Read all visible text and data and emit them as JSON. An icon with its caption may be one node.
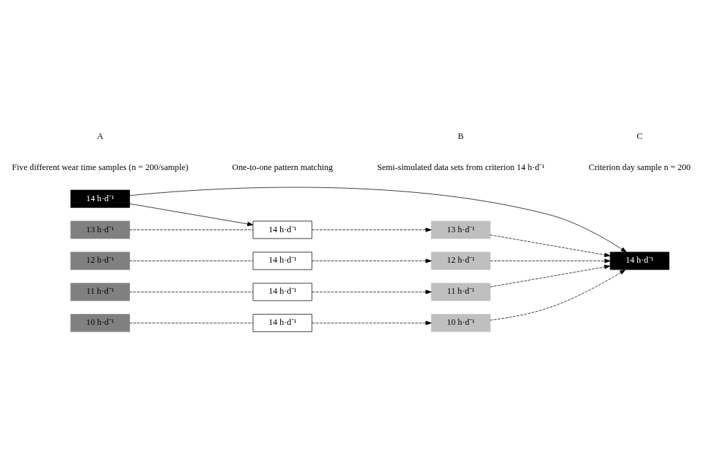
{
  "diagram": {
    "nodes": [
      {
        "text": [
          "14 h·d⁻¹"
        ]
      },
      {
        "text": [
          "13 h·d⁻¹"
        ]
      },
      {
        "text": [
          "14 h·d⁻¹"
        ]
      },
      {
        "text": [
          "13 h·d⁻¹"
        ]
      },
      {
        "text": [
          "12 h·d⁻¹"
        ]
      },
      {
        "text": [
          "14 h·d⁻¹"
        ]
      },
      {
        "text": [
          "12 h·d⁻¹"
        ]
      },
      {
        "text": [
          "11 h·d⁻¹"
        ]
      },
      {
        "text": [
          "14 h·d⁻¹"
        ]
      },
      {
        "text": [
          "11 h·d⁻¹"
        ]
      },
      {
        "text": [
          "10 h·d⁻¹"
        ]
      },
      {
        "text": [
          "14 h·d⁻¹"
        ]
      },
      {
        "text": [
          "10 h·d⁻¹"
        ]
      },
      {
        "text": [
          "14 h·d⁻¹"
        ]
      }
    ],
    "edges": [
      {
        "from": 0,
        "to": 2,
        "arrow": "to"
      },
      {
        "from": 0,
        "to": 13,
        "arrow": "to"
      },
      {
        "from": 1,
        "to": 2,
        "arrow": "none",
        "style": "dashed"
      },
      {
        "from": 2,
        "to": 3,
        "arrow": "to",
        "style": "dashed"
      },
      {
        "from": 4,
        "to": 5,
        "arrow": "none",
        "style": "dashed"
      },
      {
        "from": 5,
        "to": 6,
        "arrow": "to",
        "style": "dashed"
      },
      {
        "from": 7,
        "to": 8,
        "arrow": "none",
        "style": "dashed"
      },
      {
        "from": 8,
        "to": 9,
        "arrow": "to",
        "style": "dashed"
      },
      {
        "from": 10,
        "to": 11,
        "arrow": "none",
        "style": "dashed"
      },
      {
        "from": 11,
        "to": 12,
        "arrow": "to",
        "style": "dashed"
      },
      {
        "from": 3,
        "to": 13,
        "arrow": "to",
        "style": "dashed"
      },
      {
        "from": 6,
        "to": 13,
        "arrow": "to",
        "style": "dashed"
      },
      {
        "from": 9,
        "to": 13,
        "arrow": "to",
        "style": "dashed"
      },
      {
        "from": 12,
        "to": 13,
        "arrow": "to",
        "style": "dashed"
      }
    ],
    "labels": [
      "Five different wear time samples (n = 200/sample)",
      "One-to-one pattern matching",
      "Semi-simulated data sets from criterion 14 h·d⁻¹",
      "Criterion day sample n = 200",
      "A",
      "B",
      "C"
    ]
  }
}
